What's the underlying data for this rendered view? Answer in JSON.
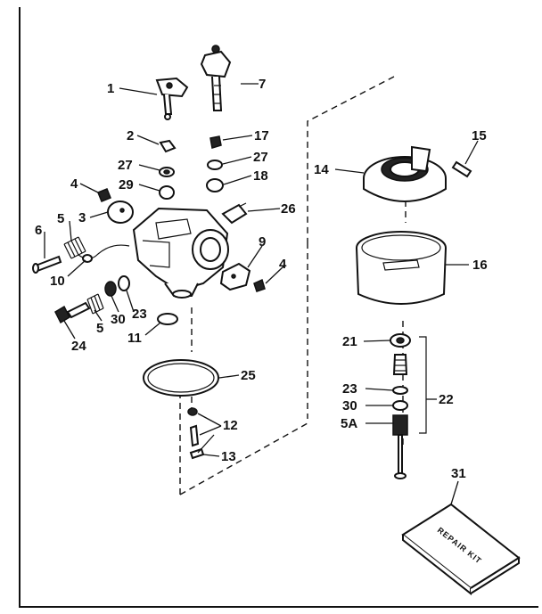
{
  "callouts": {
    "c1": "1",
    "c7": "7",
    "c2": "2",
    "c17": "17",
    "c27a": "27",
    "c27b": "27",
    "c18": "18",
    "c4a": "4",
    "c29": "29",
    "c26": "26",
    "c3": "3",
    "c5a": "5",
    "c6": "6",
    "c9": "9",
    "c4b": "4",
    "c10": "10",
    "c23a": "23",
    "c30a": "30",
    "c5b": "5",
    "c11": "11",
    "c24": "24",
    "c25": "25",
    "c12": "12",
    "c13": "13",
    "c15": "15",
    "c14": "14",
    "c16": "16",
    "c21": "21",
    "c23b": "23",
    "c22": "22",
    "c30b": "30",
    "c5A": "5A",
    "c31": "31"
  },
  "repair_kit_label": "REPAIR KIT"
}
